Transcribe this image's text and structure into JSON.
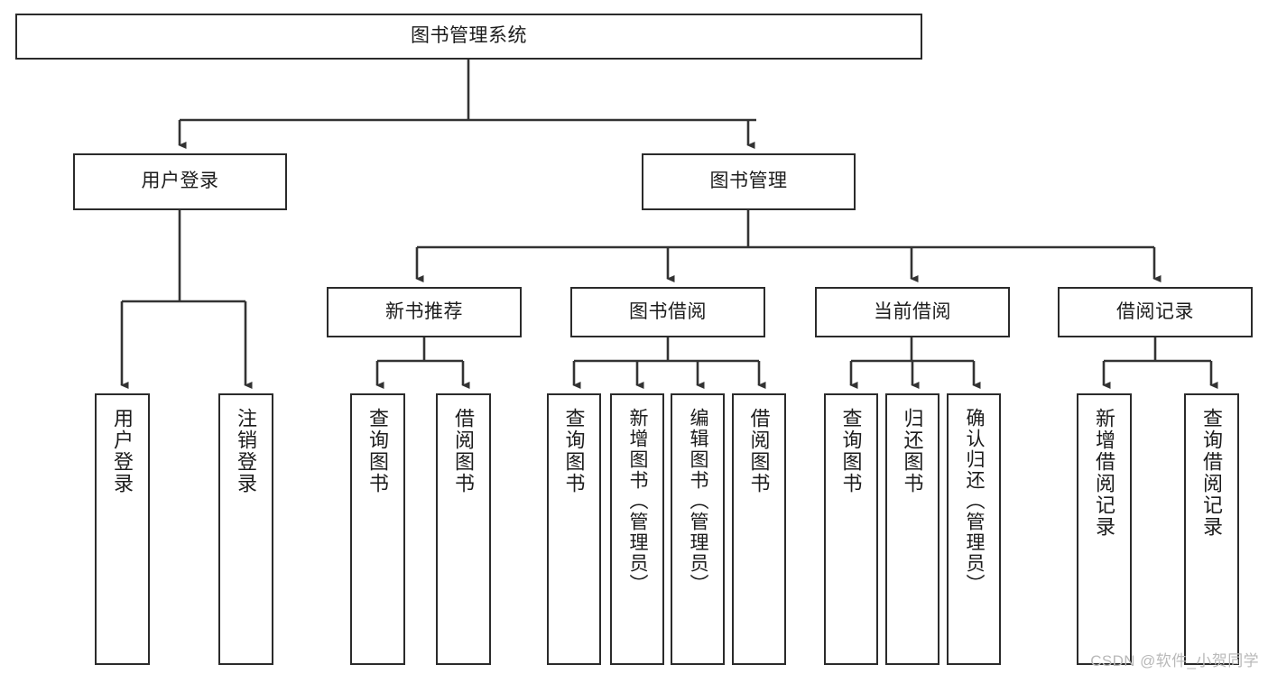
{
  "diagram": {
    "type": "tree-hierarchy",
    "title": "图书管理系统",
    "colors": {
      "node_border": "#2b2b2b",
      "node_fill": "#ffffff",
      "connector": "#333333",
      "text": "#1c1c1c",
      "watermark": "#b9b9b9",
      "background": "#ffffff"
    },
    "root": {
      "label": "图书管理系统"
    },
    "level2": [
      {
        "label": "用户登录"
      },
      {
        "label": "图书管理"
      }
    ],
    "level3": [
      {
        "label": "新书推荐"
      },
      {
        "label": "图书借阅"
      },
      {
        "label": "当前借阅"
      },
      {
        "label": "借阅记录"
      }
    ],
    "leaves": {
      "user_login": [
        {
          "label": "用户登录"
        },
        {
          "label": "注销登录"
        }
      ],
      "new_book_recommend": [
        {
          "label": "查询图书"
        },
        {
          "label": "借阅图书"
        }
      ],
      "book_borrow": [
        {
          "label": "查询图书"
        },
        {
          "label": "新增图书（管理员）"
        },
        {
          "label": "编辑图书（管理员）"
        },
        {
          "label": "借阅图书"
        }
      ],
      "current_borrow": [
        {
          "label": "查询图书"
        },
        {
          "label": "归还图书"
        },
        {
          "label": "确认归还（管理员）"
        }
      ],
      "borrow_record": [
        {
          "label": "新增借阅记录"
        },
        {
          "label": "查询借阅记录"
        }
      ]
    }
  },
  "watermark": {
    "text": "CSDN @软件_小贺同学"
  }
}
